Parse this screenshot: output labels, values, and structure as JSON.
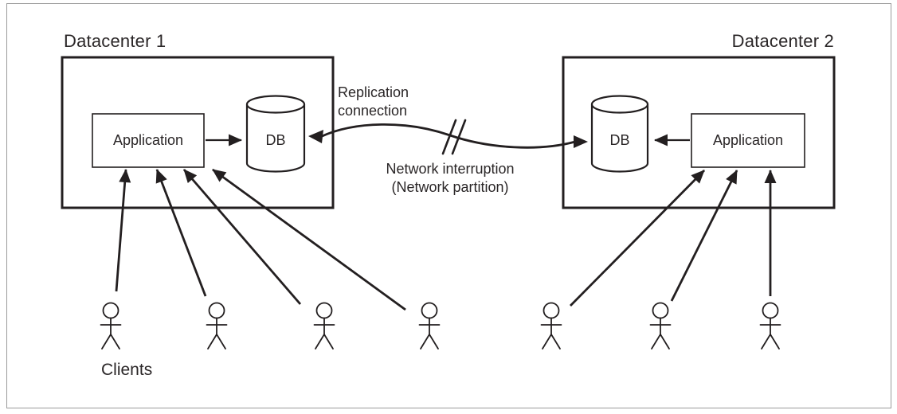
{
  "diagram": {
    "datacenter1": {
      "title": "Datacenter 1",
      "application_label": "Application",
      "db_label": "DB"
    },
    "datacenter2": {
      "title": "Datacenter 2",
      "application_label": "Application",
      "db_label": "DB"
    },
    "replication_label": {
      "line1": "Replication",
      "line2": "connection"
    },
    "interruption_label": {
      "line1": "Network interruption",
      "line2": "(Network partition)"
    },
    "clients_label": "Clients",
    "client_count": 7,
    "colors": {
      "ink": "#231f20",
      "background": "#ffffff",
      "frame_border": "#9b9b9b"
    }
  }
}
